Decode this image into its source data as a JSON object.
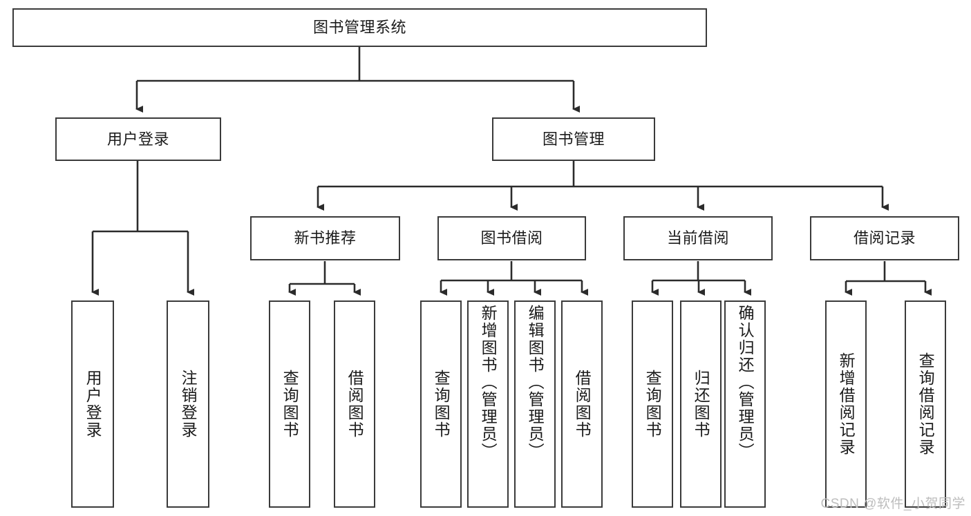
{
  "diagram": {
    "title": "图书管理系统",
    "type": "tree",
    "watermark": "CSDN @软件_小贺同学",
    "colors": {
      "background": "#ffffff",
      "node_fill": "#ffffff",
      "node_stroke": "#3a3a3a",
      "edge_stroke": "#2b2b2b",
      "watermark": "#bdbdbd"
    },
    "nodes": {
      "root": {
        "label": "图书管理系统"
      },
      "level2": [
        {
          "id": "user-login",
          "label": "用户登录"
        },
        {
          "id": "book-manage",
          "label": "图书管理"
        }
      ],
      "level3": [
        {
          "id": "new-book-recommend",
          "label": "新书推荐"
        },
        {
          "id": "book-borrow",
          "label": "图书借阅"
        },
        {
          "id": "current-borrow",
          "label": "当前借阅"
        },
        {
          "id": "borrow-record",
          "label": "借阅记录"
        }
      ],
      "leaves": {
        "user_login": [
          {
            "id": "leaf-user-login",
            "label": "用户登录"
          },
          {
            "id": "leaf-logout-login",
            "label": "注销登录"
          }
        ],
        "new_book_recommend": [
          {
            "id": "leaf-query-book-1",
            "label": "查询图书"
          },
          {
            "id": "leaf-borrow-book-1",
            "label": "借阅图书"
          }
        ],
        "book_borrow": [
          {
            "id": "leaf-query-book-2",
            "label": "查询图书"
          },
          {
            "id": "leaf-add-book",
            "label": "新增图书（管理员）"
          },
          {
            "id": "leaf-edit-book",
            "label": "编辑图书（管理员）"
          },
          {
            "id": "leaf-borrow-book-2",
            "label": "借阅图书"
          }
        ],
        "current_borrow": [
          {
            "id": "leaf-query-book-3",
            "label": "查询图书"
          },
          {
            "id": "leaf-return-book",
            "label": "归还图书"
          },
          {
            "id": "leaf-confirm-return",
            "label": "确认归还（管理员）"
          }
        ],
        "borrow_record": [
          {
            "id": "leaf-add-record",
            "label": "新增借阅记录"
          },
          {
            "id": "leaf-query-record",
            "label": "查询借阅记录"
          }
        ]
      }
    }
  }
}
